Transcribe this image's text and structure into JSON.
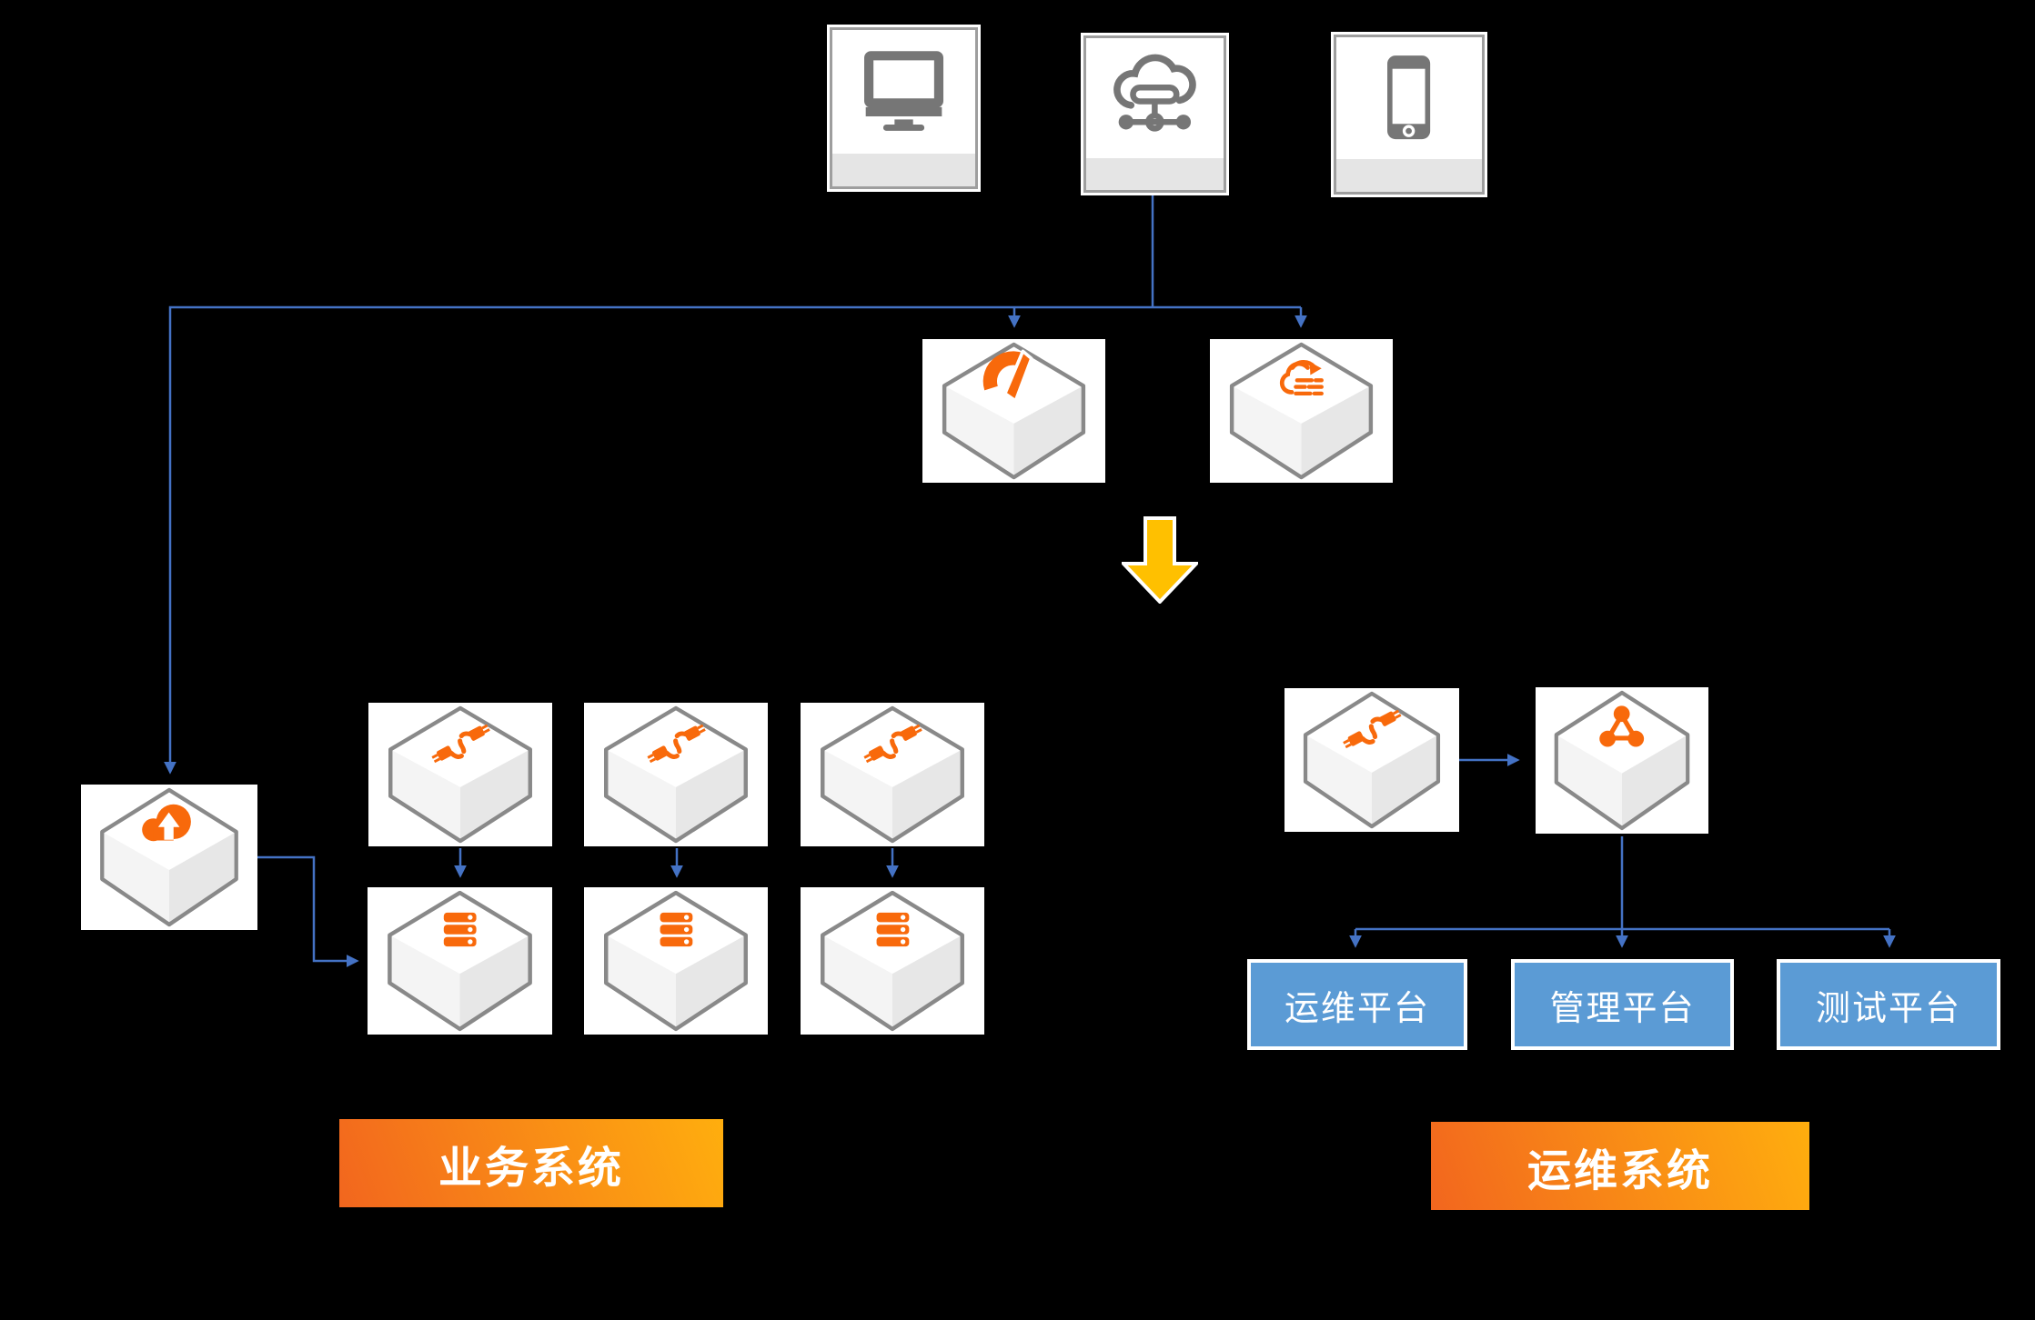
{
  "colors": {
    "background": "#000000",
    "connector_blue": "#4472C4",
    "node_orange": "#F8690B",
    "icon_gray": "#767676",
    "platform_blue": "#5B9BD5",
    "banner_start": "#F2661E",
    "banner_end": "#FFAE0E",
    "arrow_yellow": "#FFC000",
    "cube_outline": "#898989",
    "cube_top": "#FFFFFF",
    "cube_left": "#F4F4F4",
    "cube_right": "#E7E7E7",
    "device_border": "#9E9E9E",
    "device_strip": "#E5E5E5"
  },
  "top_devices": {
    "icons": [
      "desktop-monitor-icon",
      "cloud-network-icon",
      "smartphone-icon"
    ]
  },
  "ingest_nodes": {
    "icons": [
      "gauge-dashboard-icon",
      "cloud-sync-logs-icon"
    ]
  },
  "flow": {
    "down_arrow_icon": "big-down-arrow-icon"
  },
  "left_group": {
    "source_node_icon": "cloud-upload-icon",
    "connector_node_icons": [
      "cable-connection-icon",
      "cable-connection-icon",
      "cable-connection-icon"
    ],
    "server_node_icons": [
      "server-stack-icon",
      "server-stack-icon",
      "server-stack-icon"
    ],
    "banner_label": "业务系统"
  },
  "right_group": {
    "connector_node_icon": "cable-connection-icon",
    "share_node_icon": "share-network-icon",
    "platforms": [
      {
        "label": "运维平台"
      },
      {
        "label": "管理平台"
      },
      {
        "label": "测试平台"
      }
    ],
    "banner_label": "运维系统"
  }
}
